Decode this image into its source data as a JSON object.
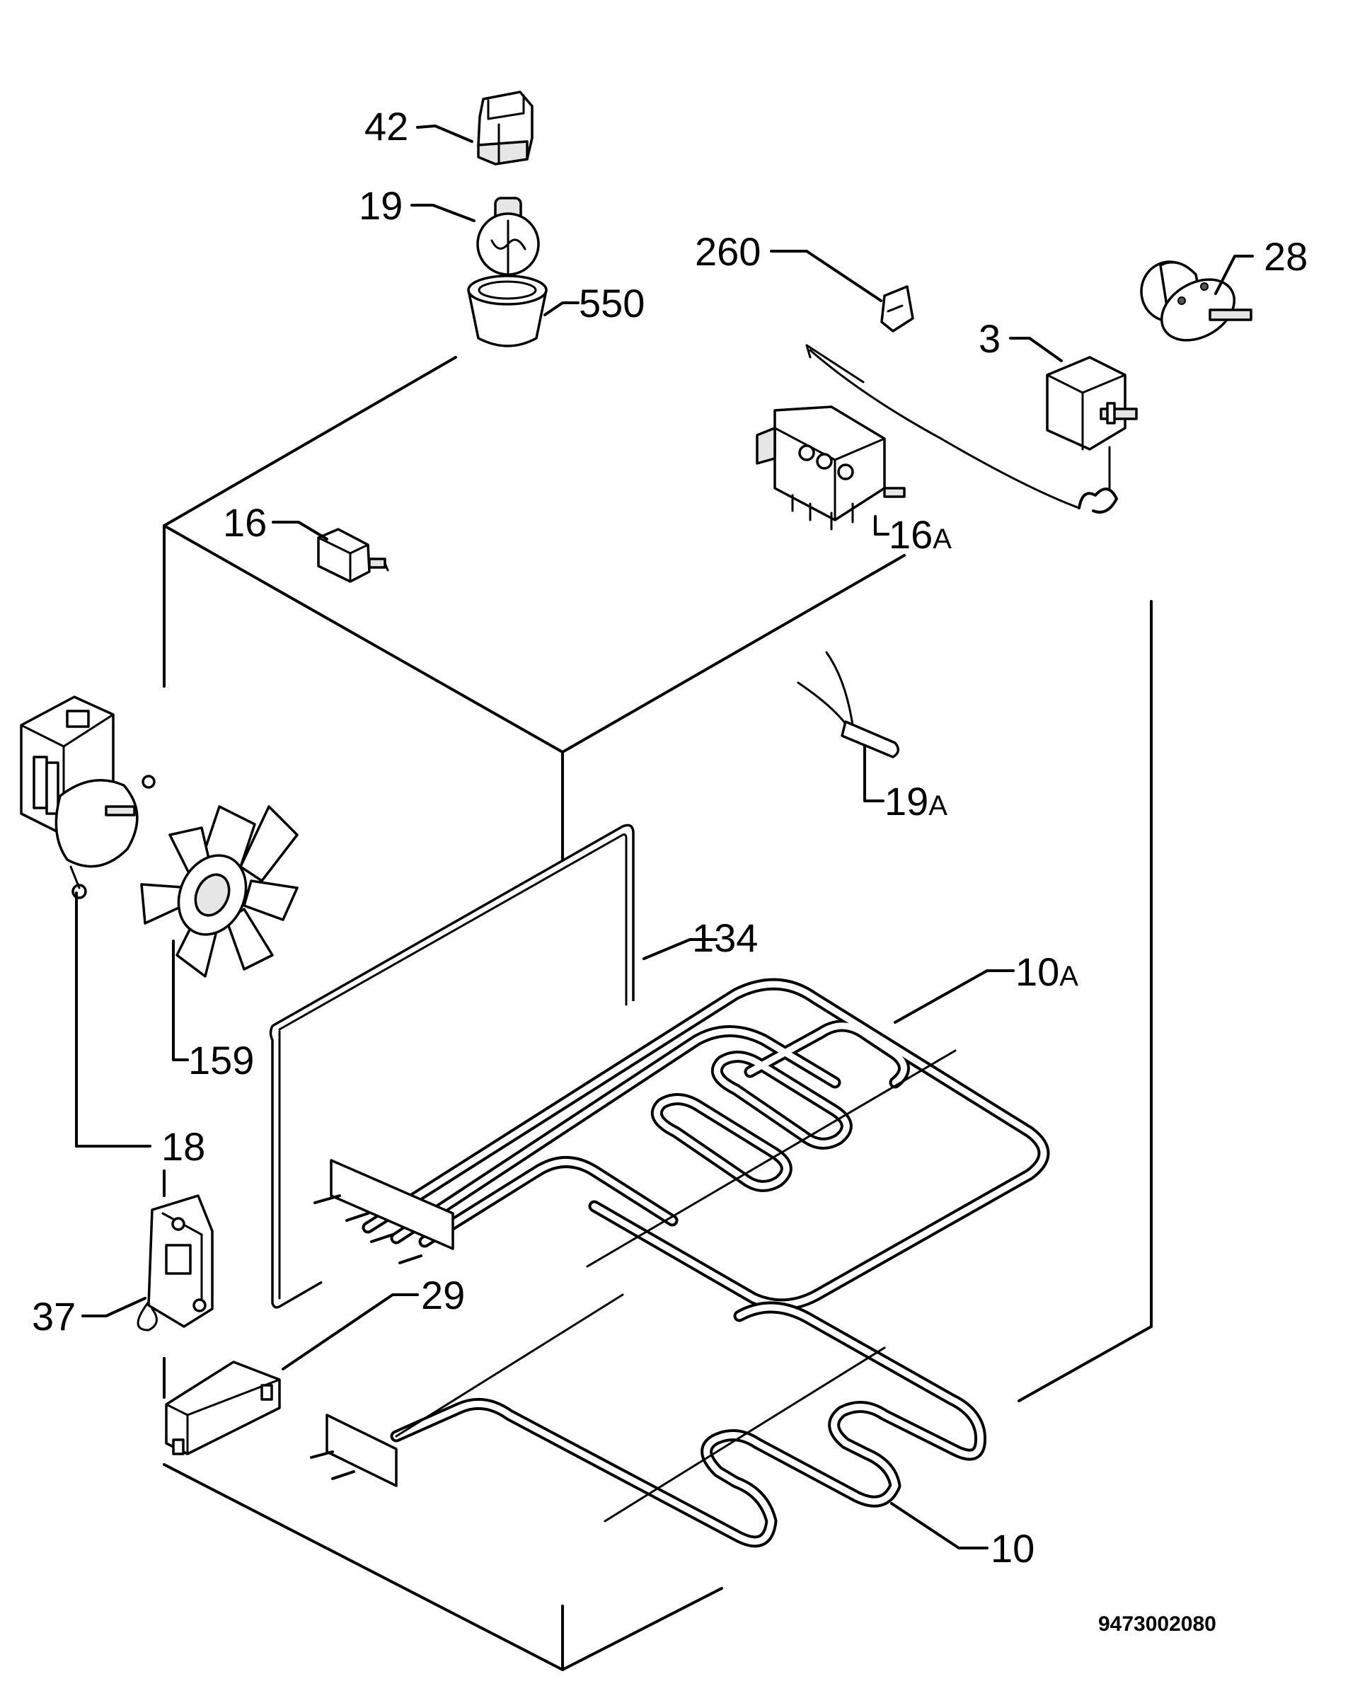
{
  "labels": {
    "p42": "42",
    "p19": "19",
    "p550": "550",
    "p260": "260",
    "p28": "28",
    "p3": "3",
    "p16": "16",
    "p16a_num": "16",
    "p16a_suffix": "A",
    "p19a_num": "19",
    "p19a_suffix": "A",
    "p134": "134",
    "p10a_num": "10",
    "p10a_suffix": "A",
    "p159": "159",
    "p18": "18",
    "p37": "37",
    "p29": "29",
    "p10": "10"
  },
  "drawing_code": "9473002080"
}
